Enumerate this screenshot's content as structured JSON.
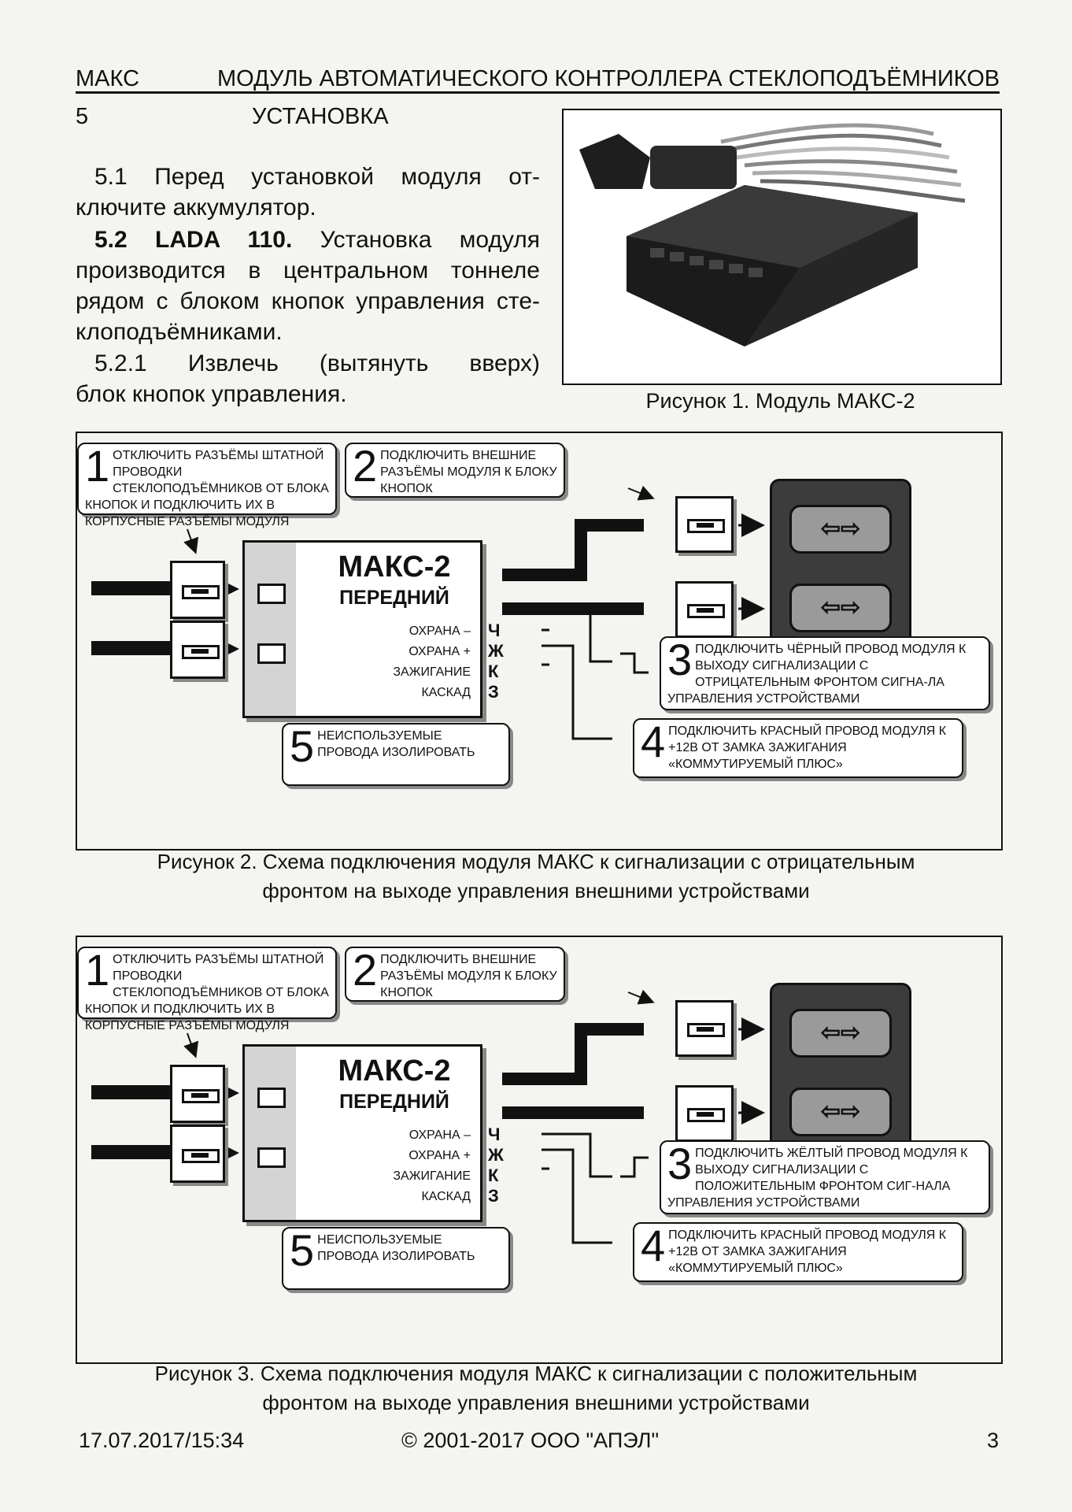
{
  "header": {
    "left": "МАКС",
    "right": "МОДУЛЬ АВТОМАТИЧЕСКОГО КОНТРОЛЛЕРА СТЕКЛОПОДЪЁМНИКОВ"
  },
  "section": {
    "number": "5",
    "title": "УСТАНОВКА"
  },
  "paragraphs": {
    "p51": [
      "5.1 Перед установкой модуля от-",
      "ключите аккумулятор."
    ],
    "p52_bold": "5.2 LADA 110.",
    "p52": [
      " Установка модуля",
      "производится в центральном тоннеле",
      "рядом с блоком кнопок управления сте-",
      "клоподъёмниками."
    ],
    "p521": [
      "5.2.1 Извлечь (вытянуть вверх)",
      "блок кнопок управления."
    ]
  },
  "figure1": {
    "caption": "Рисунок 1. Модуль МАКС-2"
  },
  "figure2": {
    "note1_num": "1",
    "note1": "ОТКЛЮЧИТЬ РАЗЪЁМЫ ШТАТНОЙ ПРОВОДКИ СТЕКЛОПОДЪЁМНИКОВ ОТ БЛОКА КНОПОК И ПОДКЛЮЧИТЬ ИХ В КОРПУСНЫЕ РАЗЪЁМЫ МОДУЛЯ",
    "note2_num": "2",
    "note2": "ПОДКЛЮЧИТЬ ВНЕШНИЕ РАЗЪЁМЫ МОДУЛЯ К БЛОКУ КНОПОК",
    "note3_num": "3",
    "note3": "ПОДКЛЮЧИТЬ ЧЁРНЫЙ ПРОВОД МОДУЛЯ К ВЫХОДУ СИГНАЛИЗАЦИИ С ОТРИЦАТЕЛЬНЫМ ФРОНТОМ СИГНА-ЛА УПРАВЛЕНИЯ УСТРОЙСТВАМИ",
    "note4_num": "4",
    "note4": "ПОДКЛЮЧИТЬ КРАСНЫЙ ПРОВОД МОДУЛЯ К +12В ОТ ЗАМКА ЗАЖИГАНИЯ «КОММУТИРУЕМЫЙ ПЛЮС»",
    "note5_num": "5",
    "note5": "НЕИСПОЛЬЗУЕМЫЕ ПРОВОДА ИЗОЛИРОВАТЬ",
    "module_title": "МАКС-2",
    "module_sub": "ПЕРЕДНИЙ",
    "wires": [
      {
        "label": "ОХРАНА –",
        "letter": "Ч"
      },
      {
        "label": "ОХРАНА +",
        "letter": "Ж"
      },
      {
        "label": "ЗАЖИГАНИЕ",
        "letter": "К"
      },
      {
        "label": "КАСКАД",
        "letter": "З"
      }
    ],
    "button_glyph": "⇦⇨",
    "caption": [
      "Рисунок 2. Схема подключения модуля МАКС к сигнализации с отрицательным",
      "фронтом на выходе управления внешними устройствами"
    ]
  },
  "figure3": {
    "note1_num": "1",
    "note1": "ОТКЛЮЧИТЬ РАЗЪЁМЫ ШТАТНОЙ ПРОВОДКИ СТЕКЛОПОДЪЁМНИКОВ ОТ БЛОКА КНОПОК И ПОДКЛЮЧИТЬ ИХ В КОРПУСНЫЕ РАЗЪЁМЫ МОДУЛЯ",
    "note2_num": "2",
    "note2": "ПОДКЛЮЧИТЬ ВНЕШНИЕ РАЗЪЁМЫ МОДУЛЯ К БЛОКУ КНОПОК",
    "note3_num": "3",
    "note3": "ПОДКЛЮЧИТЬ ЖЁЛТЫЙ ПРОВОД МОДУЛЯ К ВЫХОДУ СИГНАЛИЗАЦИИ С ПОЛОЖИТЕЛЬНЫМ ФРОНТОМ СИГ-НАЛА УПРАВЛЕНИЯ УСТРОЙСТВАМИ",
    "note4_num": "4",
    "note4": "ПОДКЛЮЧИТЬ КРАСНЫЙ ПРОВОД МОДУЛЯ К +12В ОТ ЗАМКА ЗАЖИГАНИЯ «КОММУТИРУЕМЫЙ ПЛЮС»",
    "note5_num": "5",
    "note5": "НЕИСПОЛЬЗУЕМЫЕ ПРОВОДА ИЗОЛИРОВАТЬ",
    "module_title": "МАКС-2",
    "module_sub": "ПЕРЕДНИЙ",
    "wires": [
      {
        "label": "ОХРАНА –",
        "letter": "Ч"
      },
      {
        "label": "ОХРАНА +",
        "letter": "Ж"
      },
      {
        "label": "ЗАЖИГАНИЕ",
        "letter": "К"
      },
      {
        "label": "КАСКАД",
        "letter": "З"
      }
    ],
    "button_glyph": "⇦⇨",
    "caption": [
      "Рисунок 3. Схема подключения модуля МАКС к сигнализации с положительным",
      "фронтом на выходе управления внешними устройствами"
    ]
  },
  "footer": {
    "date": "17.07.2017/15:34",
    "copyright": "© 2001-2017 ООО \"АПЭЛ\"",
    "page": "3"
  }
}
